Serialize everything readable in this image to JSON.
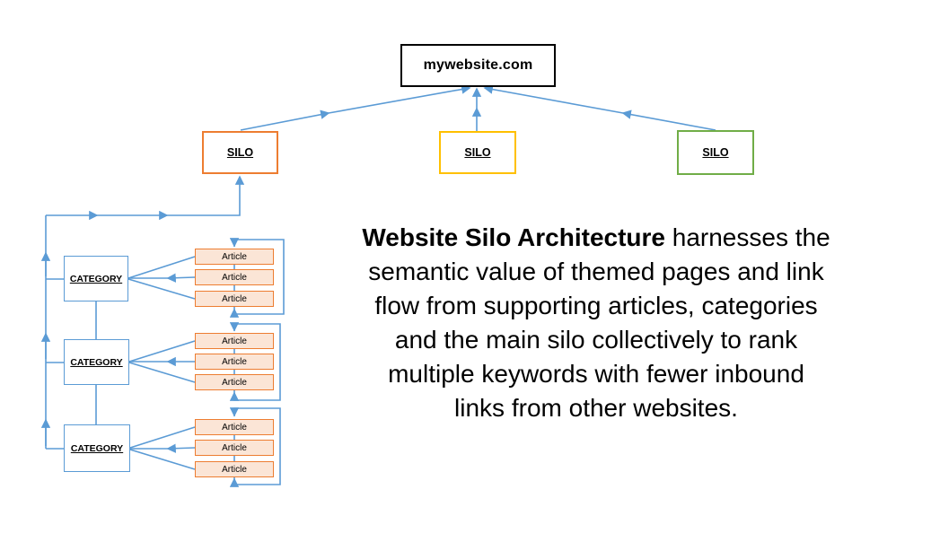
{
  "title": "Website Silo Architecture diagram",
  "diagram": {
    "website": {
      "label": "mywebsite.com",
      "border_color": "#000000"
    },
    "silos": [
      {
        "label": "SILO",
        "border_color": "#ED7D31"
      },
      {
        "label": "SILO",
        "border_color": "#FFC000"
      },
      {
        "label": "SILO",
        "border_color": "#70AD47"
      }
    ],
    "categories": [
      {
        "label": "CATEGORY"
      },
      {
        "label": "CATEGORY"
      },
      {
        "label": "CATEGORY"
      }
    ],
    "groups": [
      {
        "articles": [
          "Article",
          "Article",
          "Article"
        ]
      },
      {
        "articles": [
          "Article",
          "Article",
          "Article"
        ]
      },
      {
        "articles": [
          "Article",
          "Article",
          "Article"
        ]
      }
    ],
    "colors": {
      "connector_blue": "#5B9BD5",
      "category_border": "#5B9BD5",
      "article_border": "#ED7D31",
      "article_fill": "#FBE5D6"
    }
  },
  "description": {
    "line1_bold": "Website Silo Architecture",
    "line1_rest": " harnesses the",
    "lines": [
      "semantic value of themed pages and link",
      "flow from supporting articles, categories",
      "and the main silo collectively to rank",
      "multiple keywords with fewer inbound",
      "links from other websites."
    ]
  }
}
